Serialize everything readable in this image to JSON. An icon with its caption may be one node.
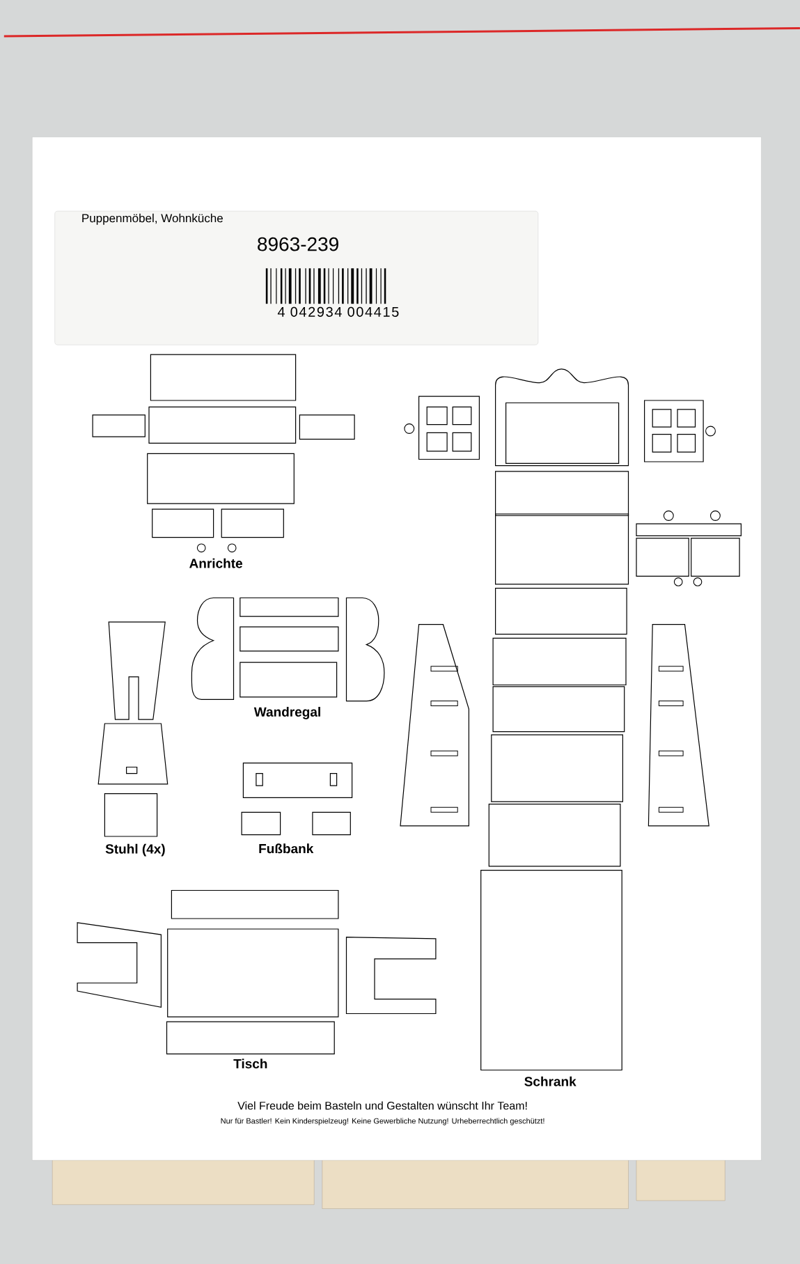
{
  "diagram": {
    "labels": [
      "Puppenmöbel, Wohnküche",
      "8963-239",
      "4 042934 004415",
      "Anrichte",
      "Wandregal",
      "Stuhl (4x)",
      "Fußbank",
      "Tisch",
      "Schrank",
      "Viel Freude beim Basteln und Gestalten wünscht Ihr Team!",
      "Nur für Bastler! Kein Kinderspielzeug! Keine Gewerbliche Nutzung! Urheberrechtlich geschützt!"
    ]
  }
}
